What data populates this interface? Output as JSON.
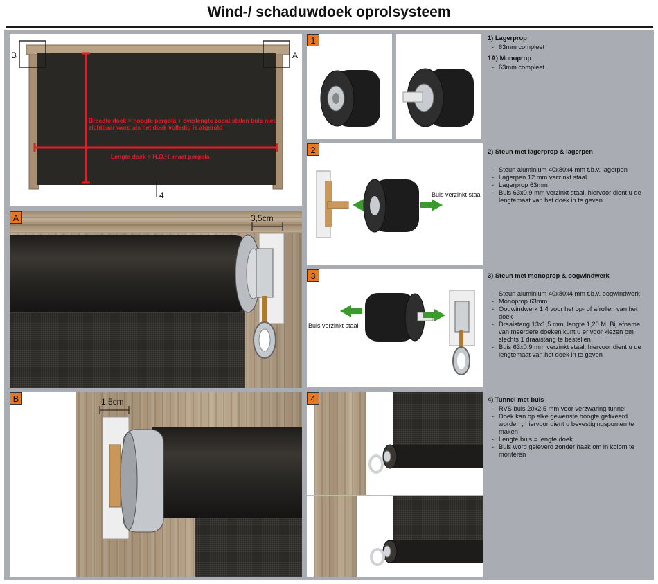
{
  "title": "Wind-/ schaduwdoek oprolsysteem",
  "overview": {
    "label_b": "B",
    "label_a": "A",
    "breedte": "Breedte doek = hoogte pergola + overlengte zodat stalen buis niet zichtbaar word als het doek volledig is afgerold",
    "lengte": "Lengte doek = H.O.H. maat pergola",
    "label_4": "4"
  },
  "detail_a": {
    "badge": "A",
    "measure": "3,5cm"
  },
  "detail_b": {
    "badge": "B",
    "measure": "1,5cm"
  },
  "panel1": {
    "badge": "1"
  },
  "panel2": {
    "badge": "2",
    "label": "Buis verzinkt staal"
  },
  "panel3": {
    "badge": "3",
    "label": "Buis verzinkt staal"
  },
  "panel4": {
    "badge": "4"
  },
  "info1": {
    "h1": "1) Lagerprop",
    "i1": "63mm compleet",
    "h2": "1A) Monoprop",
    "i2": "63mm compleet"
  },
  "info2": {
    "h": "2) Steun met lagerprop & lagerpen",
    "items": [
      "Steun aluminium 40x80x4 mm t.b.v. lagerpen",
      "Lagerpen 12 mm verzinkt staal",
      "Lagerprop 63mm",
      "Buis 63x0,9 mm verzinkt staal, hiervoor dient u de lengtemaat van het doek in te geven"
    ]
  },
  "info3": {
    "h": "3) Steun met monoprop & oogwindwerk",
    "items": [
      "Steun aluminium 40x80x4 mm t.b.v. oogwindwerk",
      "Monoprop 63mm",
      "Oogwindwerk 1:4 voor het op- of afrollen van het doek",
      "Draaistang 13x1,5 mm, lengte 1,20 M. Bij afname van meerdere doeken kunt u er voor kiezen om slechts 1 draaistang te bestellen",
      "Buis 63x0,9 mm verzinkt staal, hiervoor dient u de lengtemaat van het doek in te geven"
    ]
  },
  "info4": {
    "h": "4) Tunnel met buis",
    "items": [
      "RVS buis 20x2,5 mm voor verzwaring tunnel",
      "Doek kan op elke gewenste hoogte gefixeerd worden , hiervoor dient u bevestigingspunten te maken",
      "Lengte buis = lengte doek",
      "Buis word geleverd zonder haak om in kolom te monteren"
    ]
  }
}
